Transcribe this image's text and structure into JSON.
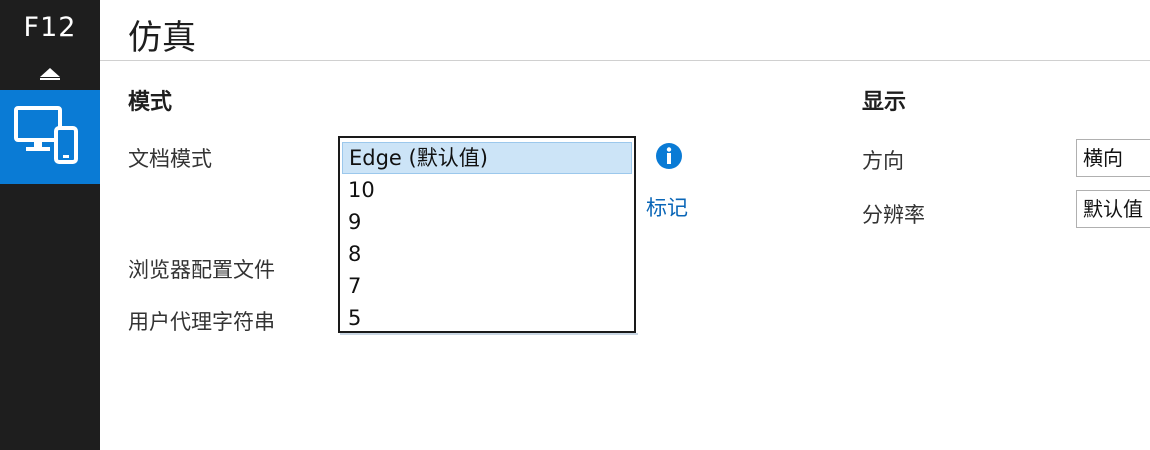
{
  "rail": {
    "title": "F12"
  },
  "page": {
    "title": "仿真"
  },
  "mode": {
    "section_title": "模式",
    "doc_mode_label": "文档模式",
    "browser_profile_label": "浏览器配置文件",
    "user_agent_label": "用户代理字符串",
    "link_text": "标记",
    "doc_mode_options": [
      "Edge (默认值)",
      "10",
      "9",
      "8",
      "7",
      "5"
    ],
    "doc_mode_selected": "Edge (默认值)"
  },
  "display": {
    "section_title": "显示",
    "orientation_label": "方向",
    "orientation_value": "横向",
    "resolution_label": "分辨率",
    "resolution_value": "默认值"
  },
  "colors": {
    "rail_bg": "#1e1e1e",
    "accent": "#0a7bd5",
    "selected_bg": "#cce4f7",
    "link": "#0a66b7"
  }
}
